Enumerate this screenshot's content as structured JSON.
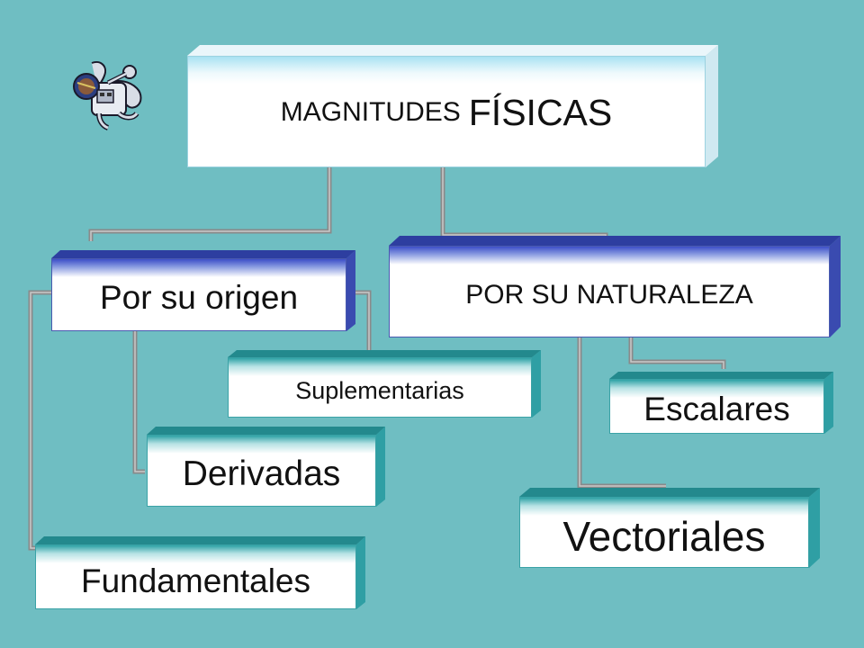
{
  "diagram": {
    "root": {
      "label_part1": "MAGNITUDES",
      "label_part2": "FÍSICAS"
    },
    "branches": [
      {
        "id": "por-su-origen",
        "label": "Por su origen",
        "children": [
          "Suplementarias",
          "Derivadas",
          "Fundamentales"
        ]
      },
      {
        "id": "por-su-naturaleza",
        "label": "POR SU NATURALEZA",
        "children": [
          "Escalares",
          "Vectoriales"
        ]
      }
    ],
    "colors": {
      "background": "#6fbec2",
      "connector": "#8a8a8a",
      "box_fill": "#ffffff",
      "header_blue": "#3c4ec8",
      "header_cyan": "#2fa3a6"
    },
    "clipart_icon": "astronaut-icon"
  }
}
